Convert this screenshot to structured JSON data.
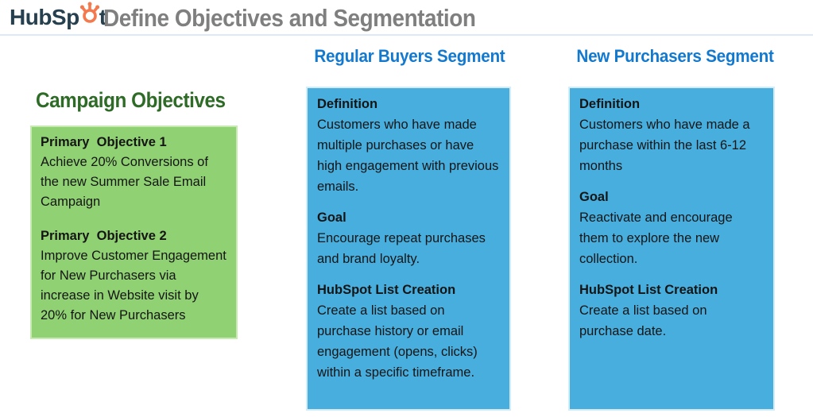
{
  "header": {
    "logo_prefix": "HubSp",
    "logo_suffix": "t",
    "title": "Define Objectives and Segmentation"
  },
  "objectives": {
    "heading": "Campaign Objectives",
    "items": [
      {
        "title": "Primary  Objective 1",
        "body": "Achieve 20% Conversions of the new Summer Sale Email Campaign"
      },
      {
        "title": "Primary  Objective 2",
        "body": "Improve Customer Engagement for New Purchasers via increase in Website visit by 20% for New Purchasers"
      }
    ]
  },
  "segments": [
    {
      "heading": "Regular Buyers Segment",
      "sections": [
        {
          "title": "Definition",
          "body": "Customers who have made multiple purchases or have high engagement with previous emails."
        },
        {
          "title": "Goal",
          "body": "Encourage repeat purchases and brand loyalty."
        },
        {
          "title": "HubSpot List Creation",
          "body": "Create a list based on purchase history or email engagement (opens, clicks) within a specific timeframe."
        }
      ]
    },
    {
      "heading": "New Purchasers Segment",
      "sections": [
        {
          "title": "Definition",
          "body": "Customers who have made a purchase within the last 6-12 months"
        },
        {
          "title": "Goal",
          "body": "Reactivate and encourage them to explore the new collection."
        },
        {
          "title": "HubSpot List Creation",
          "body": "Create a list based on purchase date."
        }
      ]
    }
  ],
  "colors": {
    "green_box_bg": "#90d173",
    "blue_box_bg": "#47aede",
    "segment_heading_blue": "#1279cf",
    "objectives_heading_green": "#2e6b26",
    "title_gray": "#7f7f7f",
    "logo_navy": "#27404f",
    "logo_orange": "#f5794e",
    "header_rule_blue": "#dce9f6"
  }
}
